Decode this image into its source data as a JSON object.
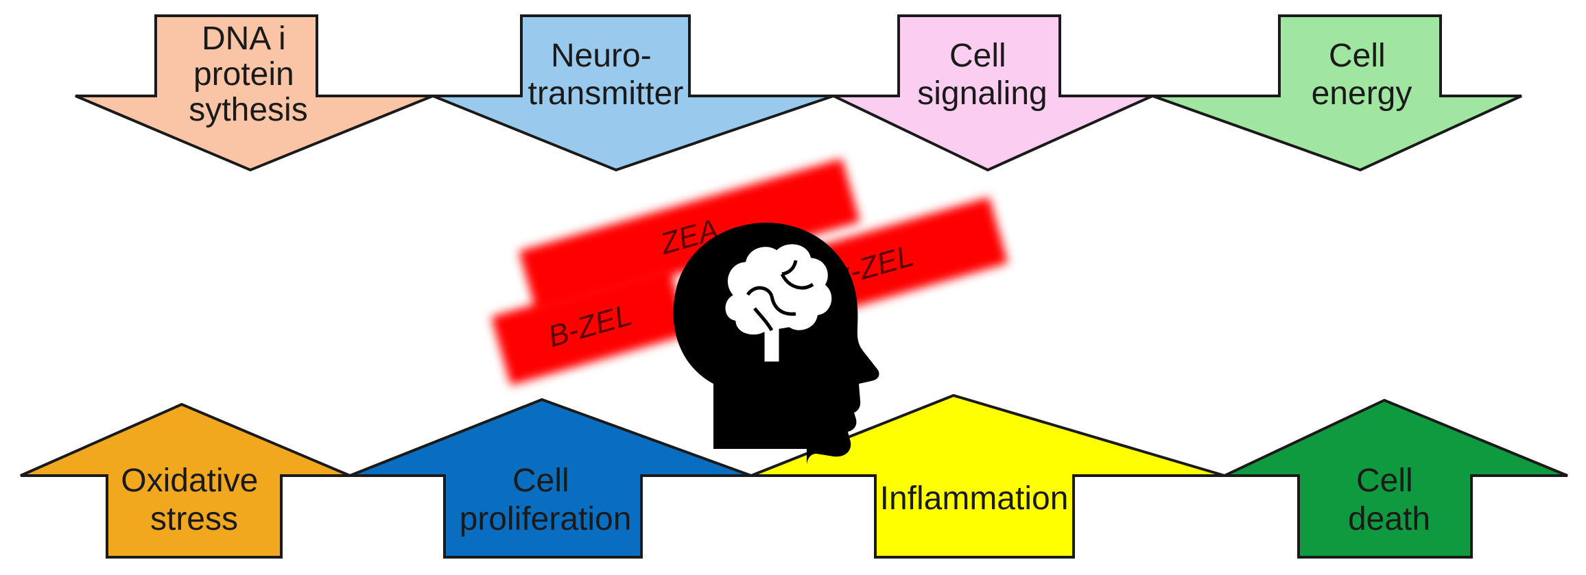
{
  "down_arrows": [
    {
      "lines": [
        "DNA i",
        "protein",
        "sythesis"
      ],
      "color": "#f9c5a6"
    },
    {
      "lines": [
        "Neuro-",
        "transmitter"
      ],
      "color": "#99c9ec"
    },
    {
      "lines": [
        "Cell",
        "signaling"
      ],
      "color": "#fbcdf0"
    },
    {
      "lines": [
        "Cell",
        "energy"
      ],
      "color": "#a0e5a0"
    }
  ],
  "up_arrows": [
    {
      "lines": [
        "Oxidative",
        "stress"
      ],
      "color": "#f2a81e"
    },
    {
      "lines": [
        "Cell",
        "proliferation"
      ],
      "color": "#0a6ec0"
    },
    {
      "lines": [
        "Inflammation"
      ],
      "color": "#ffff00"
    },
    {
      "lines": [
        "Cell",
        "death"
      ],
      "color": "#0f9a3f"
    }
  ],
  "toxins": [
    {
      "label": "ZEA",
      "color": "#ff0000"
    },
    {
      "label": "α-ZEL",
      "color": "#ff0000"
    },
    {
      "label": "B-ZEL",
      "color": "#ff0000"
    }
  ],
  "center_icon": "head-brain-icon"
}
